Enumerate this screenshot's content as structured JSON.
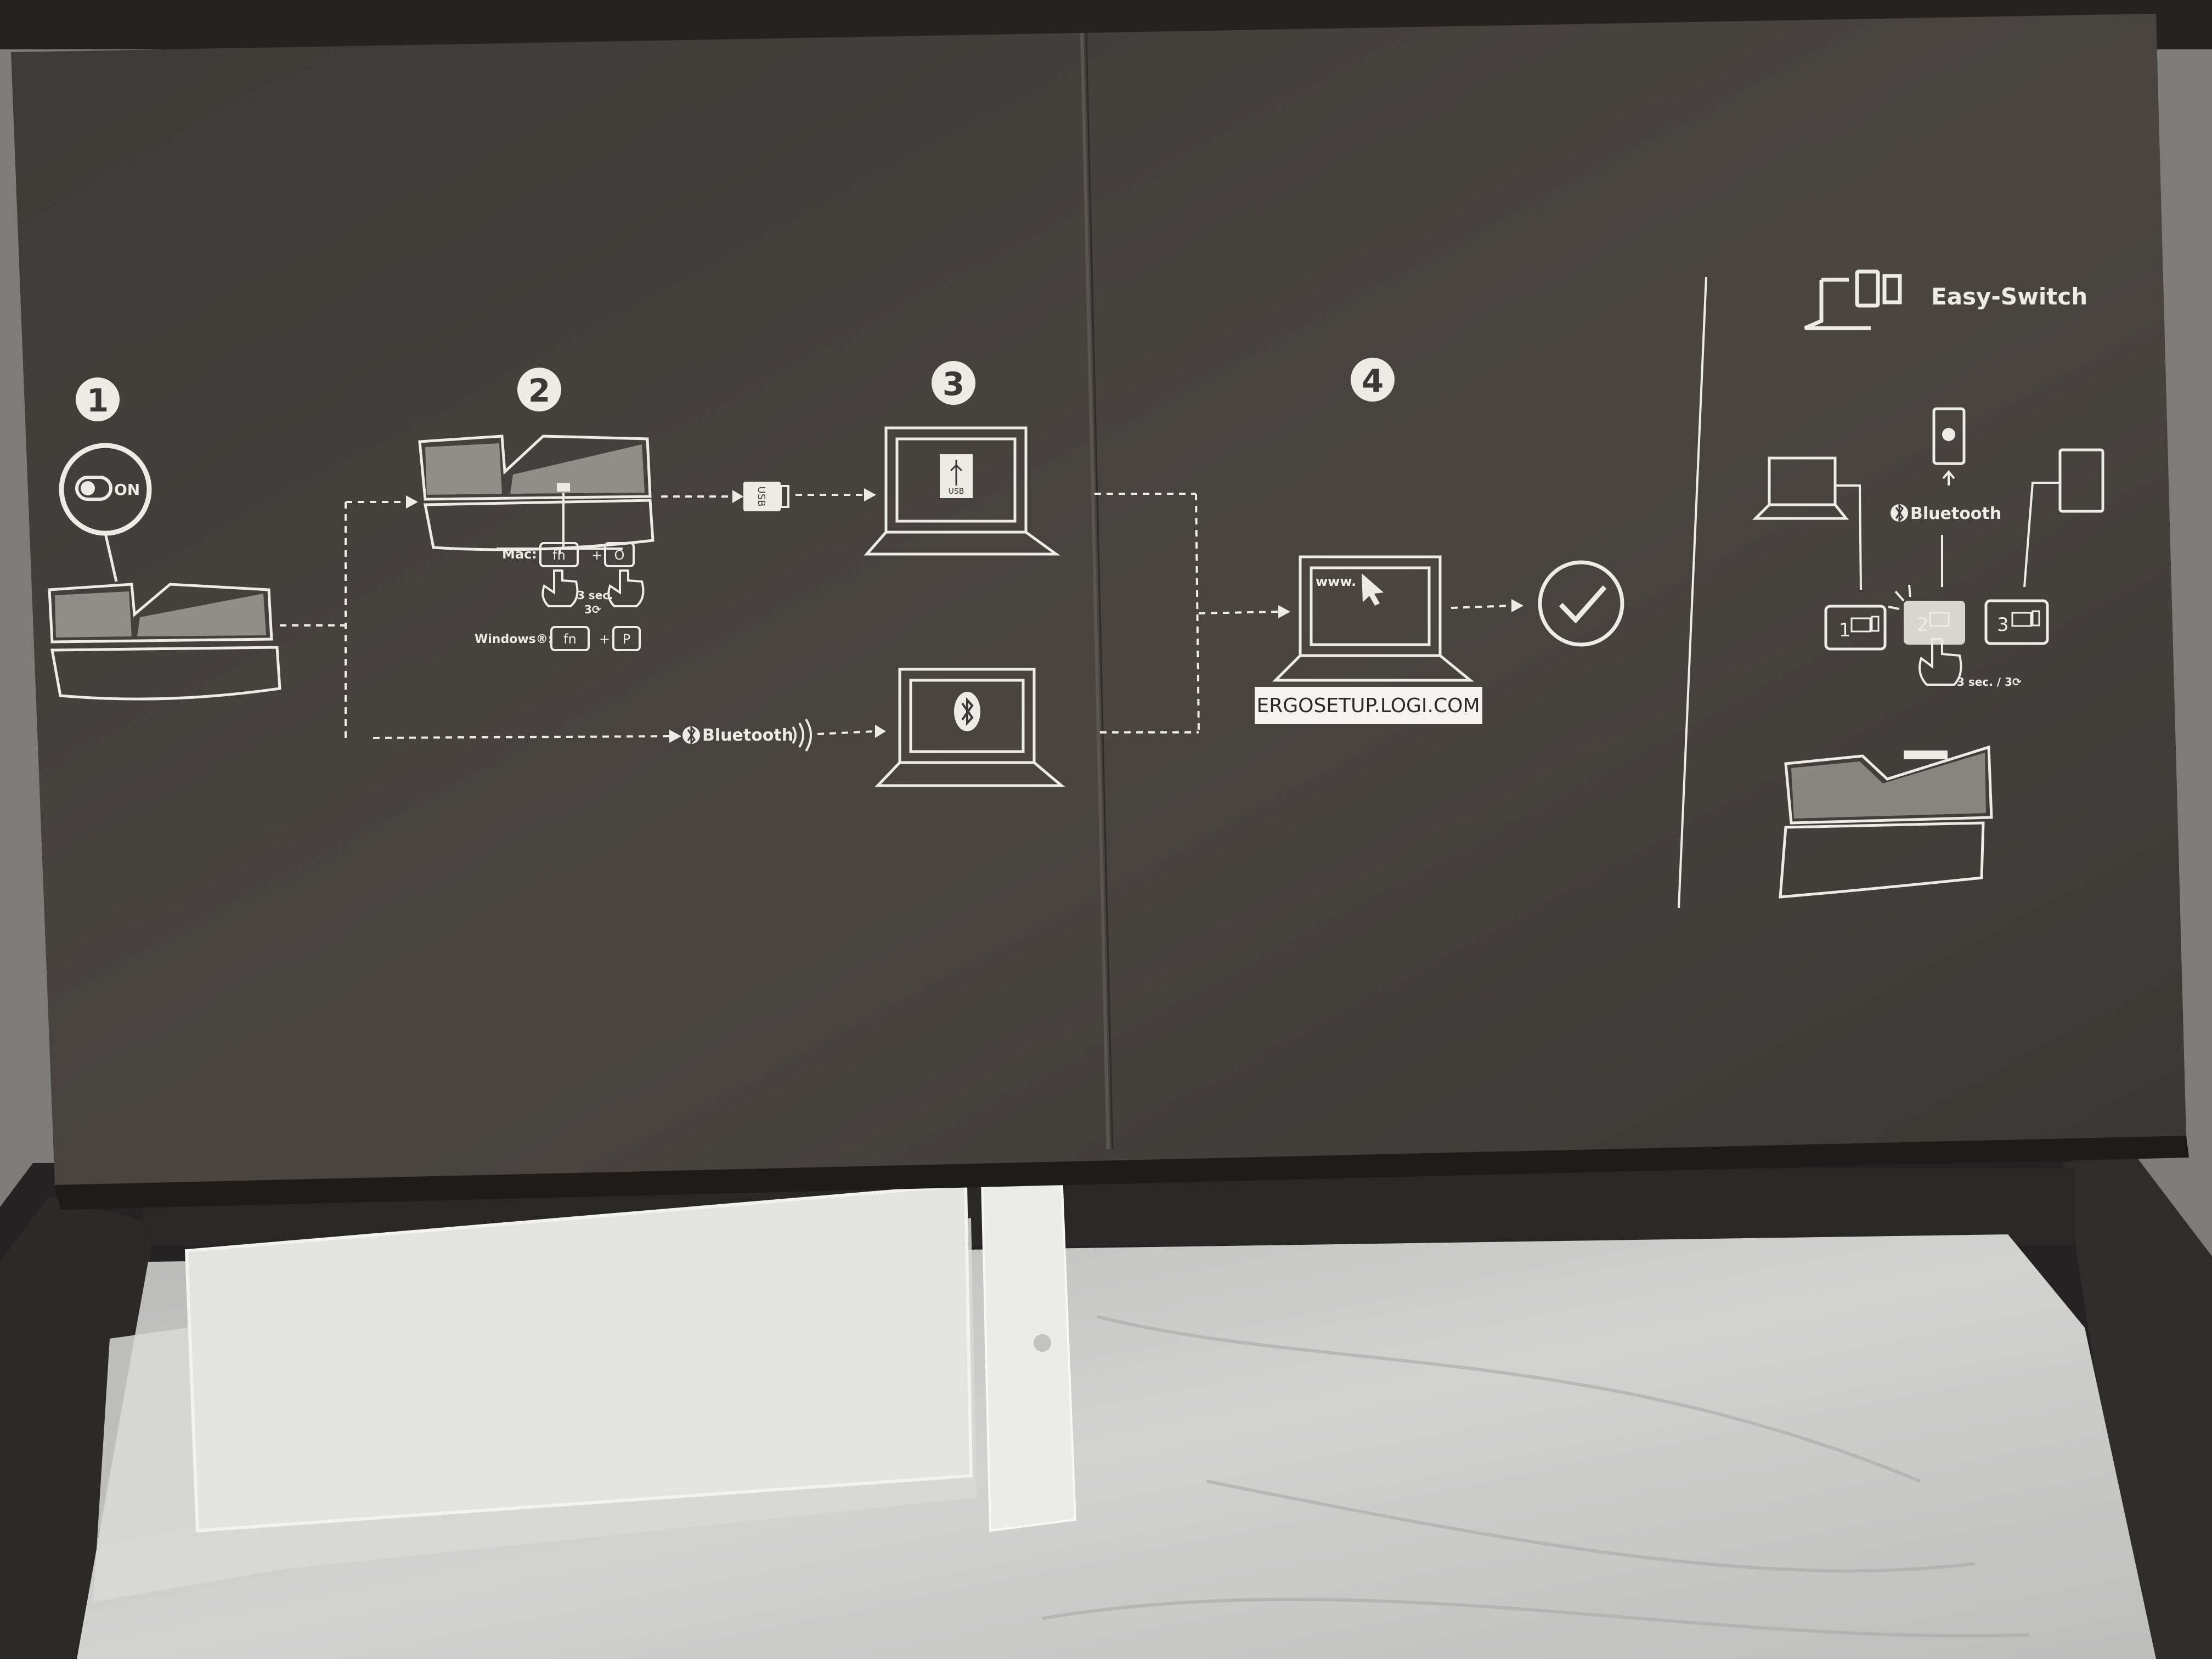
{
  "steps": {
    "one": "1",
    "two": "2",
    "three": "3",
    "four": "4"
  },
  "switch_label": "ON",
  "mac_label": "Mac:",
  "windows_label": "Windows®:",
  "key_fn": "fn",
  "key_o": "O",
  "key_p": "P",
  "plus": "+",
  "hold_time_line1": "3 sec.",
  "hold_time_line2": "3⟳",
  "usb_label": "USB",
  "bluetooth_label": "Bluetooth",
  "www_label": "www.",
  "setup_url": "ERGOSETUP.LOGI.COM",
  "easy_switch_title": "Easy-Switch",
  "channels": [
    "1",
    "2",
    "3"
  ],
  "easy_switch_hold": "3 sec. / 3⟳",
  "icons": [
    "power-switch-icon",
    "usb-receiver-icon",
    "usb-icon",
    "bluetooth-icon",
    "cursor-arrow-icon",
    "checkmark-icon",
    "easy-switch-icon",
    "hand-press-icon"
  ],
  "colors": {
    "board": "#3b3835",
    "line_art": "#ecebe6",
    "tissue": "#c9c9c7"
  }
}
